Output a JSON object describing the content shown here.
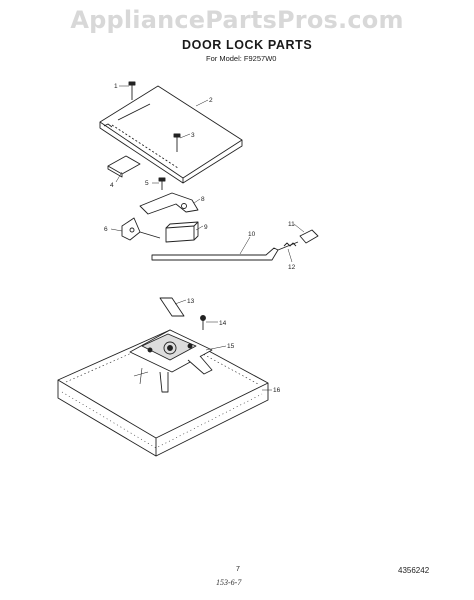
{
  "watermark": "AppliancePartsPros.com",
  "title": "DOOR LOCK PARTS",
  "subtitle": "For Model: F9257W0",
  "callouts": [
    "1",
    "2",
    "3",
    "4",
    "5",
    "8",
    "9",
    "6",
    "10",
    "11",
    "12",
    "13",
    "14",
    "15",
    "16"
  ],
  "footer": {
    "page": "7",
    "code": "4356242",
    "handwritten": "153-6-7"
  }
}
